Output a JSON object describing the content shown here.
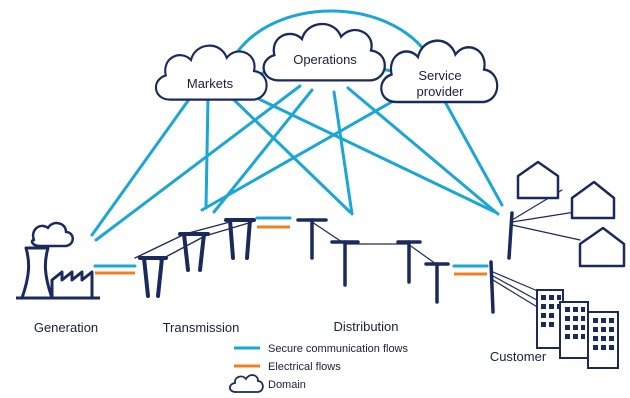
{
  "domains": {
    "markets": "Markets",
    "operations": "Operations",
    "service_provider_line1": "Service",
    "service_provider_line2": "provider"
  },
  "sections": {
    "generation": "Generation",
    "transmission": "Transmission",
    "distribution": "Distribution",
    "customer": "Customer"
  },
  "legend": {
    "secure_comm": "Secure communication flows",
    "electrical": "Electrical flows",
    "domain": "Domain"
  },
  "colors": {
    "communication": "#1aa7d6",
    "electrical": "#f07f1f",
    "navy": "#1b2a5c",
    "text": "#1a1f3a"
  }
}
